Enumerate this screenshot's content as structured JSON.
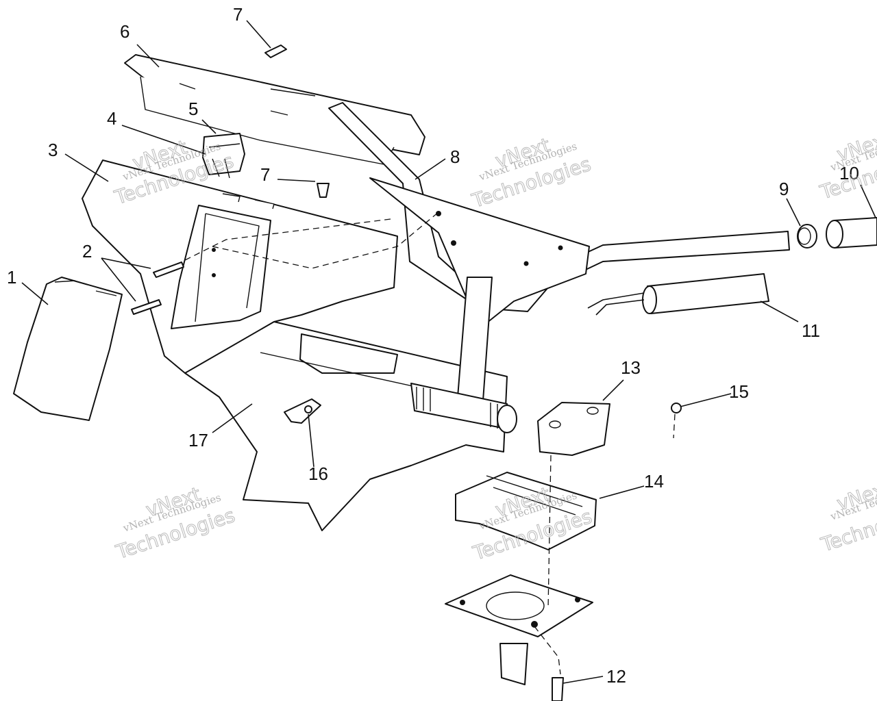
{
  "callouts": {
    "c1": "1",
    "c2": "2",
    "c3": "3",
    "c4": "4",
    "c5": "5",
    "c6": "6",
    "c7a": "7",
    "c7b": "7",
    "c8": "8",
    "c9": "9",
    "c10": "10",
    "c11": "11",
    "c12": "12",
    "c13": "13",
    "c14": "14",
    "c15": "15",
    "c16": "16",
    "c17": "17"
  },
  "watermark": {
    "line1": "vNext Technologies",
    "line2": "vNext",
    "line3": "Technologies"
  },
  "colors": {
    "ink": "#111111",
    "paper": "#ffffff",
    "watermark": "#b0b0b0"
  }
}
